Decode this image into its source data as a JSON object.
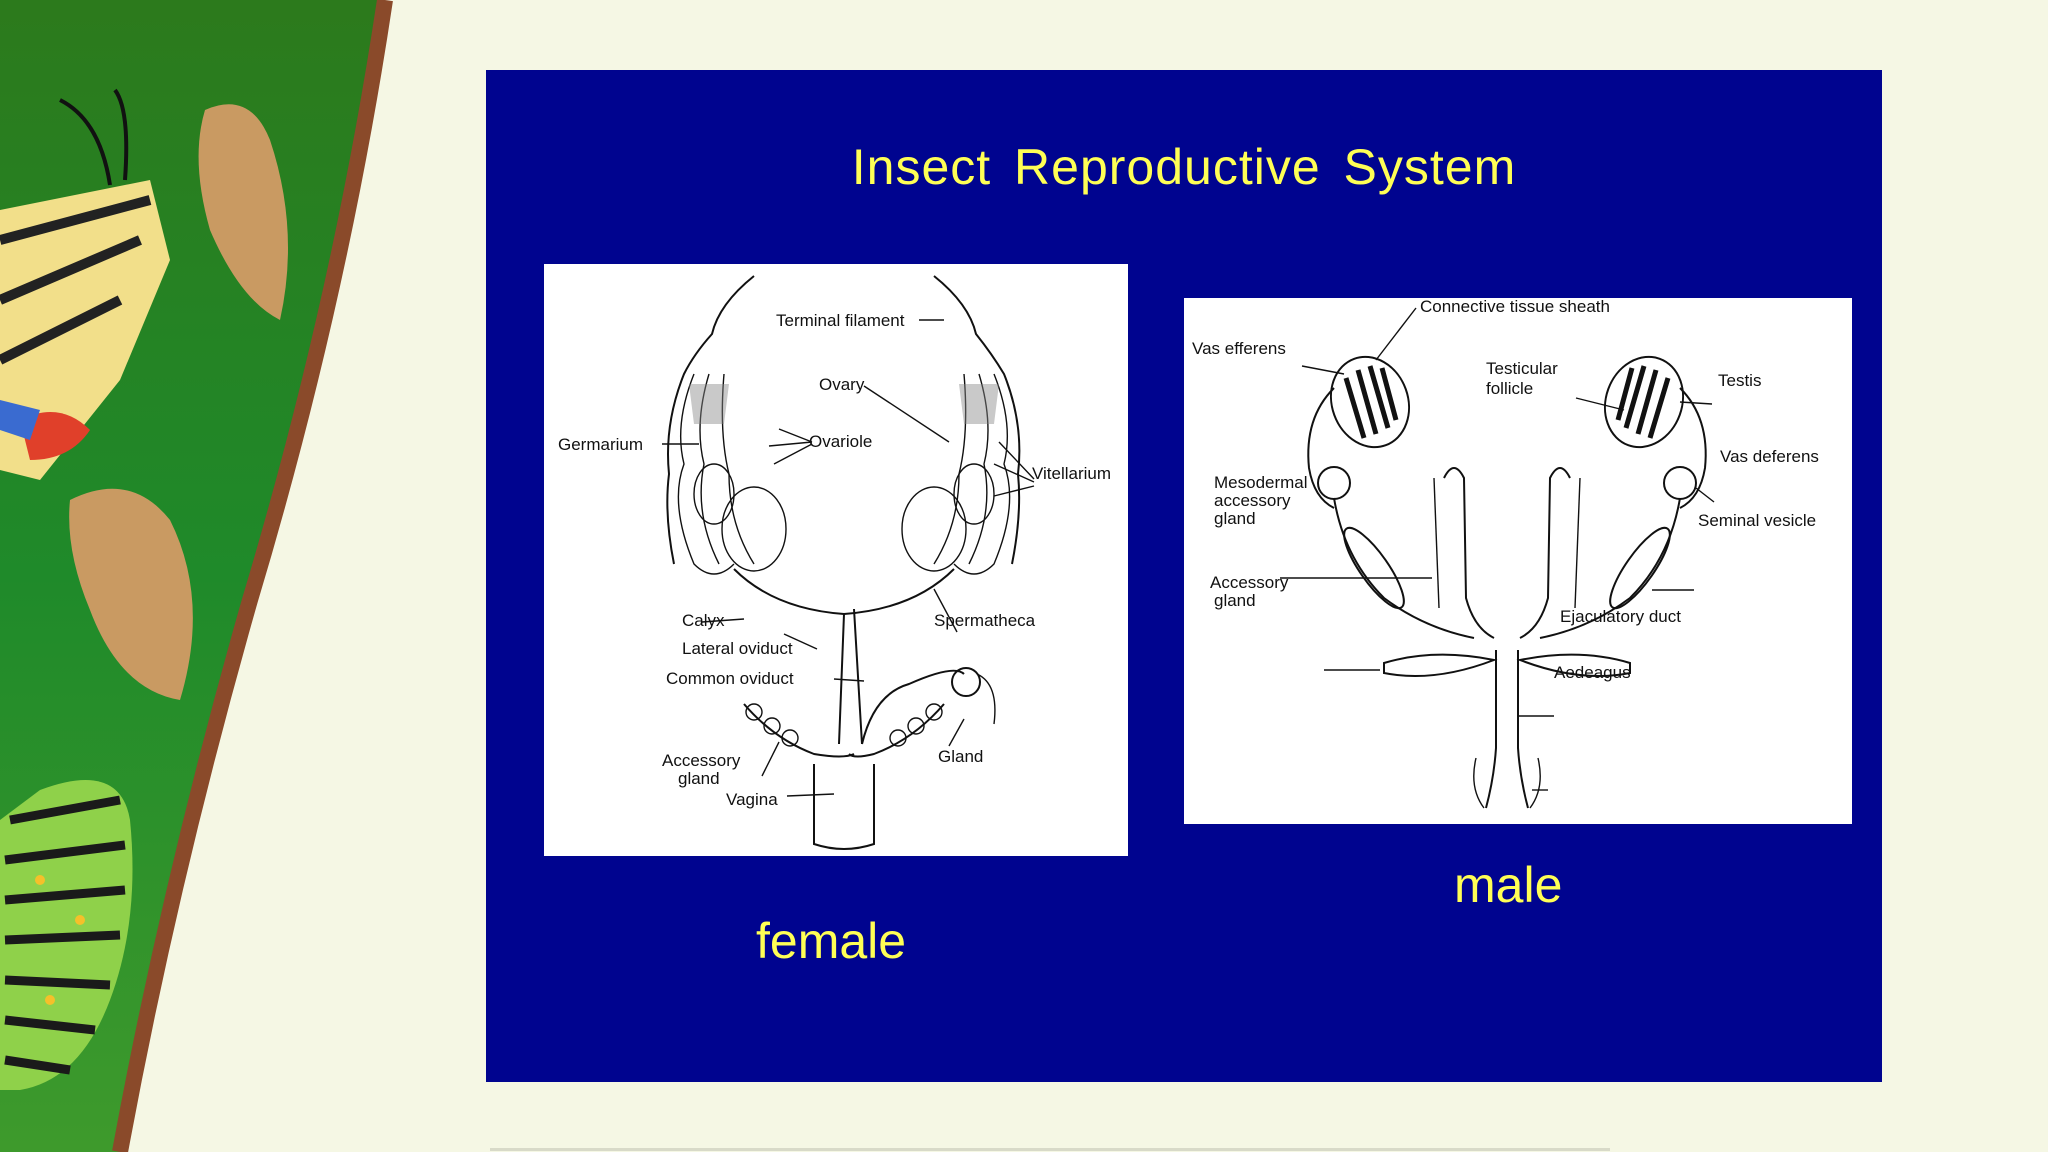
{
  "title": "Insect Reproductive System",
  "colors": {
    "slide_bg": "#00048f",
    "title_text": "#ffff55",
    "page_bg": "#f5f7e4"
  },
  "decoration": {
    "description_icons": [
      "butterfly-icon",
      "chrysalis-icon",
      "caterpillar-icon",
      "twig-icon"
    ]
  },
  "female": {
    "caption": "female",
    "labels": {
      "terminal_filament": "Terminal filament",
      "ovary": "Ovary",
      "germarium": "Germarium",
      "ovariole": "Ovariole",
      "vitellarium": "Vitellarium",
      "calyx": "Calyx",
      "spermatheca": "Spermatheca",
      "lateral_oviduct": "Lateral oviduct",
      "common_oviduct": "Common oviduct",
      "accessory_gland_1": "Accessory",
      "accessory_gland_2": "gland",
      "gland": "Gland",
      "vagina": "Vagina"
    }
  },
  "male": {
    "caption": "male",
    "labels": {
      "connective_tissue_sheath": "Connective tissue sheath",
      "vas_efferens": "Vas efferens",
      "testicular_follicle_1": "Testicular",
      "testicular_follicle_2": "follicle",
      "testis": "Testis",
      "vas_deferens": "Vas deferens",
      "mesodermal_1": "Mesodermal",
      "mesodermal_2": "accessory",
      "mesodermal_3": "gland",
      "seminal_vesicle": "Seminal vesicle",
      "accessory_gland_1": "Accessory",
      "accessory_gland_2": "gland",
      "ejaculatory_duct": "Ejaculatory duct",
      "aedeagus": "Aedeagus"
    }
  }
}
